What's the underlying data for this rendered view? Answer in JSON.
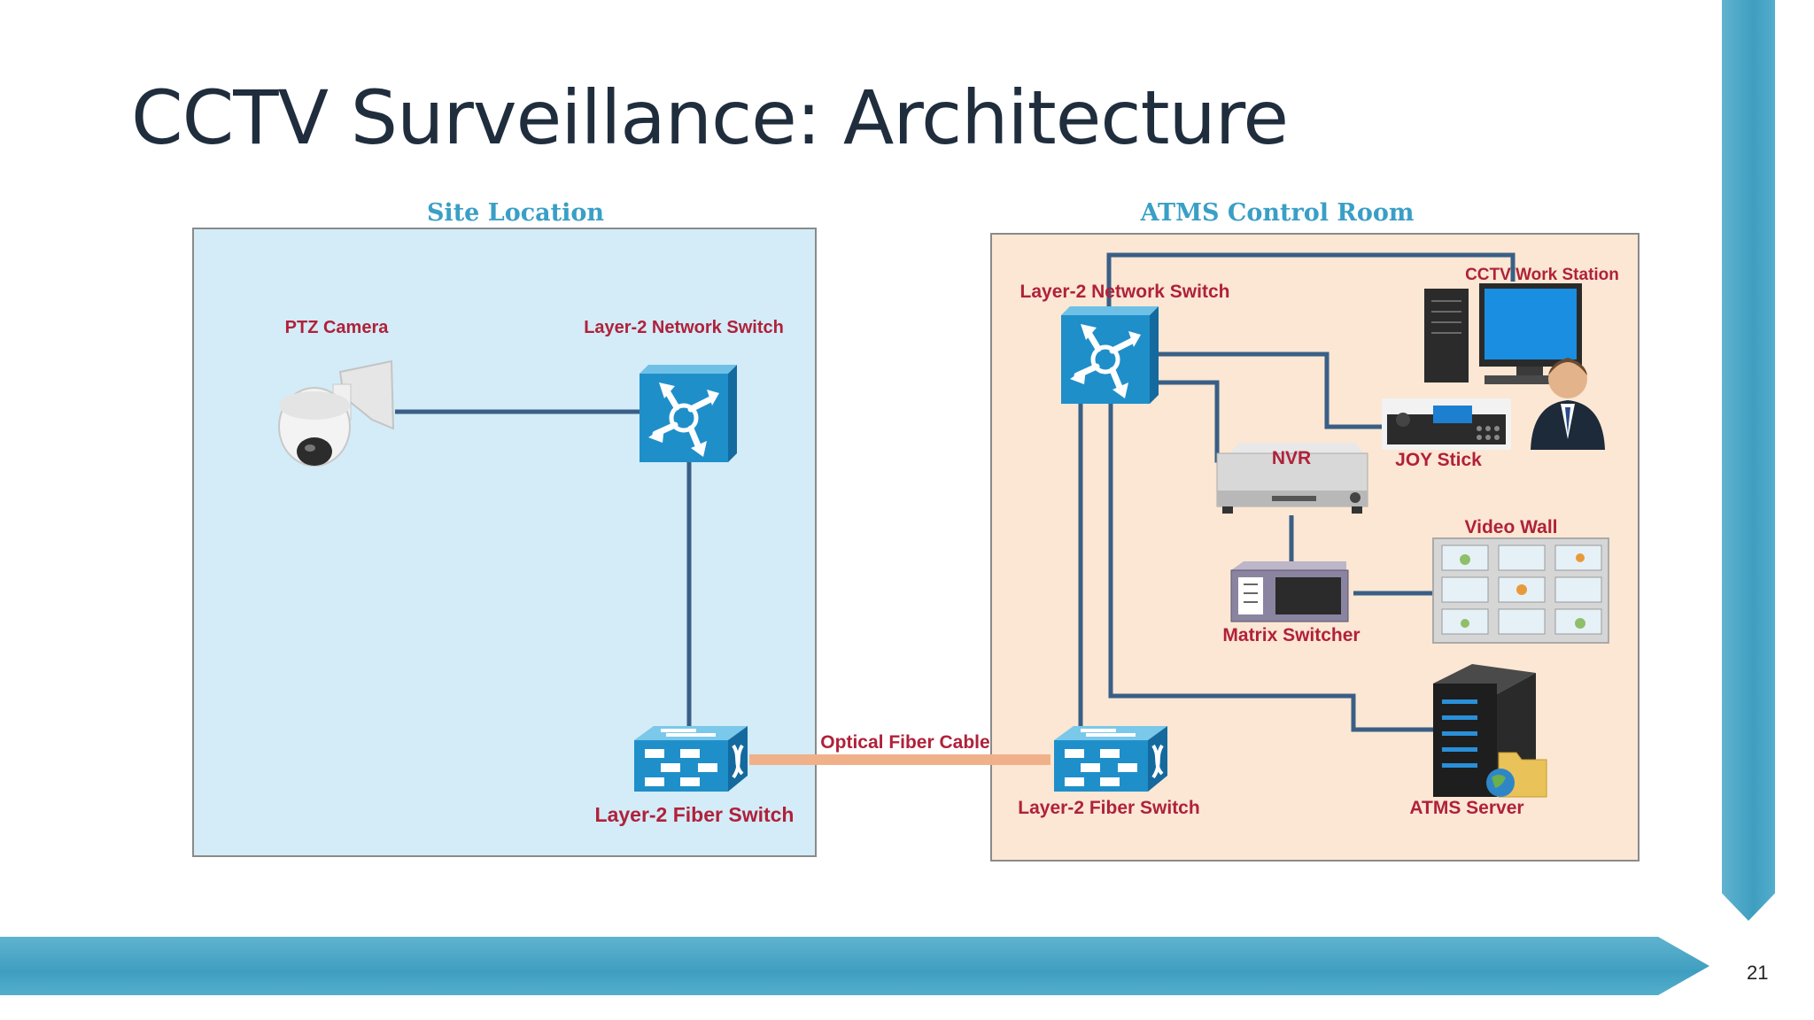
{
  "slide": {
    "title": "CCTV Surveillance: Architecture",
    "page_number": "21"
  },
  "site": {
    "heading": "Site Location",
    "camera_label": "PTZ Camera",
    "network_switch_label": "Layer-2 Network Switch",
    "fiber_switch_label": "Layer-2 Fiber Switch"
  },
  "link": {
    "label": "Optical Fiber Cable"
  },
  "control": {
    "heading": "ATMS Control Room",
    "network_switch_label": "Layer-2 Network Switch",
    "workstation_label": "CCTV Work Station",
    "joystick_label": "JOY Stick",
    "nvr_label": "NVR",
    "videowall_label": "Video Wall",
    "matrix_label": "Matrix Switcher",
    "fiber_switch_label": "Layer-2 Fiber Switch",
    "server_label": "ATMS Server"
  },
  "colors": {
    "site_bg": "#d3ecf8",
    "control_bg": "#fbe7d3",
    "heading": "#3a9fc6",
    "device_label": "#b0213a",
    "line": "#3a5f86",
    "fiber": "#f0b18a",
    "switch": "#1f8fca"
  }
}
